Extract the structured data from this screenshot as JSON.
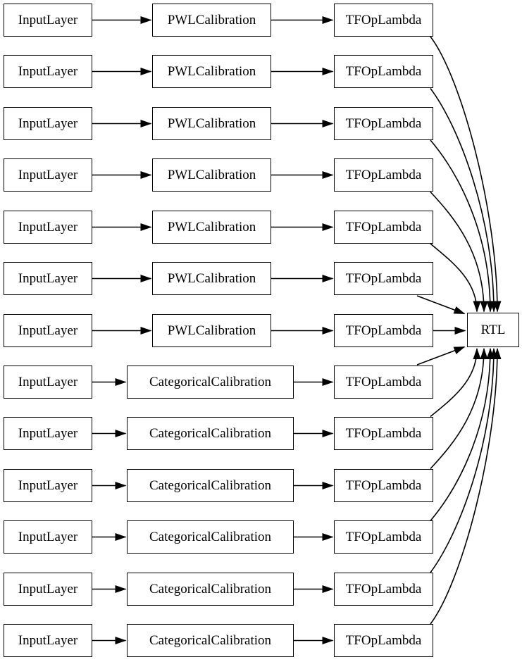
{
  "diagram": {
    "rows": [
      {
        "input": "InputLayer",
        "calibration": "PWLCalibration",
        "calibration_type": "pwl",
        "lambda": "TFOpLambda"
      },
      {
        "input": "InputLayer",
        "calibration": "PWLCalibration",
        "calibration_type": "pwl",
        "lambda": "TFOpLambda"
      },
      {
        "input": "InputLayer",
        "calibration": "PWLCalibration",
        "calibration_type": "pwl",
        "lambda": "TFOpLambda"
      },
      {
        "input": "InputLayer",
        "calibration": "PWLCalibration",
        "calibration_type": "pwl",
        "lambda": "TFOpLambda"
      },
      {
        "input": "InputLayer",
        "calibration": "PWLCalibration",
        "calibration_type": "pwl",
        "lambda": "TFOpLambda"
      },
      {
        "input": "InputLayer",
        "calibration": "PWLCalibration",
        "calibration_type": "pwl",
        "lambda": "TFOpLambda"
      },
      {
        "input": "InputLayer",
        "calibration": "PWLCalibration",
        "calibration_type": "pwl",
        "lambda": "TFOpLambda"
      },
      {
        "input": "InputLayer",
        "calibration": "CategoricalCalibration",
        "calibration_type": "categorical",
        "lambda": "TFOpLambda"
      },
      {
        "input": "InputLayer",
        "calibration": "CategoricalCalibration",
        "calibration_type": "categorical",
        "lambda": "TFOpLambda"
      },
      {
        "input": "InputLayer",
        "calibration": "CategoricalCalibration",
        "calibration_type": "categorical",
        "lambda": "TFOpLambda"
      },
      {
        "input": "InputLayer",
        "calibration": "CategoricalCalibration",
        "calibration_type": "categorical",
        "lambda": "TFOpLambda"
      },
      {
        "input": "InputLayer",
        "calibration": "CategoricalCalibration",
        "calibration_type": "categorical",
        "lambda": "TFOpLambda"
      },
      {
        "input": "InputLayer",
        "calibration": "CategoricalCalibration",
        "calibration_type": "categorical",
        "lambda": "TFOpLambda"
      }
    ],
    "output": {
      "label": "RTL"
    },
    "colors": {
      "background": "#ffffff",
      "node_fill": "#ffffff",
      "node_border": "#000000",
      "edge": "#000000",
      "text": "#000000"
    }
  }
}
